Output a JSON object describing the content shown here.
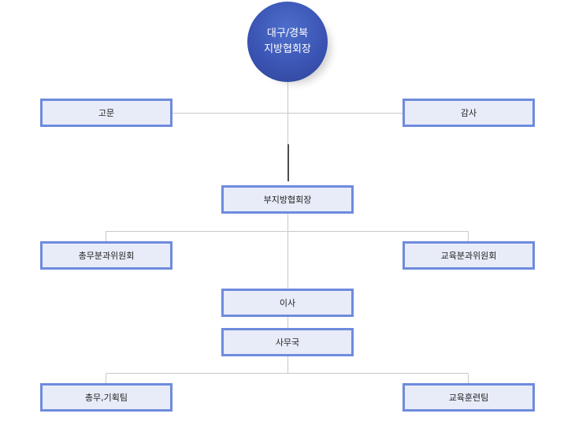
{
  "chart": {
    "root": {
      "line1": "대구/경북",
      "line2": "지방협회장"
    },
    "advisor": "고문",
    "auditor": "감사",
    "vice_president": "부지방협회장",
    "general_committee": "총무분과위원회",
    "education_committee": "교육분과위원회",
    "director": "이사",
    "secretariat": "사무국",
    "planning_team": "총무,기획팀",
    "training_team": "교육훈련팀"
  },
  "colors": {
    "root_fill": "#3b55b4",
    "box_border": "#6e8bdc",
    "box_fill": "#e8ecf8",
    "connector": "#c8c8c8"
  }
}
